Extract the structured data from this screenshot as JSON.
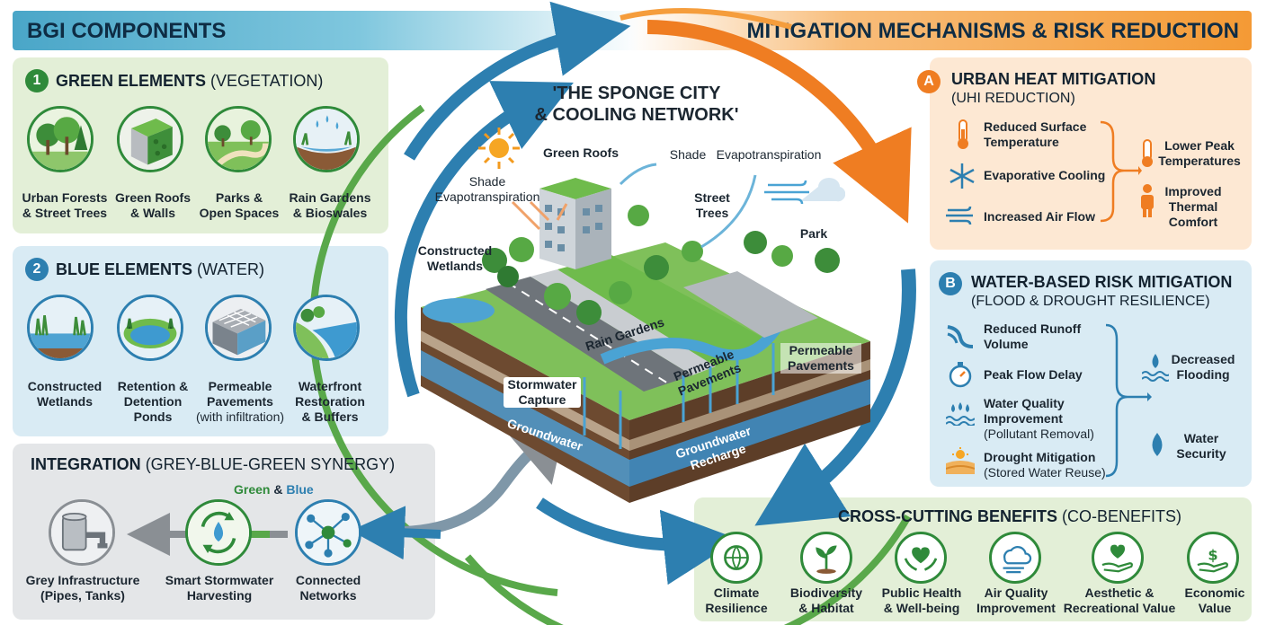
{
  "headers": {
    "left": "BGI COMPONENTS",
    "right": "MITIGATION MECHANISMS & RISK REDUCTION"
  },
  "green": {
    "badge": "1",
    "title": "GREEN ELEMENTS",
    "subtitle": "(VEGETATION)",
    "items": [
      {
        "line1": "Urban Forests",
        "line2": "& Street Trees"
      },
      {
        "line1": "Green Roofs",
        "line2": "& Walls"
      },
      {
        "line1": "Parks &",
        "line2": "Open Spaces"
      },
      {
        "line1": "Rain Gardens",
        "line2": "& Bioswales"
      }
    ]
  },
  "blue": {
    "badge": "2",
    "title": "BLUE ELEMENTS",
    "subtitle": "(WATER)",
    "items": [
      {
        "line1": "Constructed",
        "line2": "Wetlands",
        "line3": ""
      },
      {
        "line1": "Retention &",
        "line2": "Detention",
        "line3": "Ponds"
      },
      {
        "line1": "Permeable",
        "line2": "Pavements",
        "line3": "(with infiltration)"
      },
      {
        "line1": "Waterfront",
        "line2": "Restoration",
        "line3": "& Buffers"
      }
    ]
  },
  "integration": {
    "title": "INTEGRATION",
    "subtitle": "(GREY-BLUE-GREEN SYNERGY)",
    "green_word": "Green",
    "amp": "&",
    "blue_word": "Blue",
    "items": [
      {
        "line1": "Grey Infrastructure",
        "line2": "(Pipes, Tanks)"
      },
      {
        "line1": "Smart Stormwater",
        "line2": "Harvesting"
      },
      {
        "line1": "Connected",
        "line2": "Networks"
      }
    ]
  },
  "center": {
    "title1": "'THE SPONGE CITY",
    "title2": "& COOLING NETWORK'",
    "labels": {
      "shade_left": "Shade",
      "evapo_left": "Evapotranspiration",
      "green_roofs": "Green Roofs",
      "shade_right": "Shade",
      "evapo_right": "Evapotranspiration",
      "street": "Street",
      "trees": "Trees",
      "constructed": "Constructed",
      "wetlands": "Wetlands",
      "park": "Park",
      "rain_gardens": "Rain Gardens",
      "permeable_mid1": "Permeable",
      "permeable_mid2": "Pavements",
      "permeable_right1": "Permeable",
      "permeable_right2": "Pavements",
      "stormwater1": "Stormwater",
      "stormwater2": "Capture",
      "groundwater": "Groundwater",
      "gw_recharge1": "Groundwater",
      "gw_recharge2": "Recharge"
    }
  },
  "heat": {
    "badge": "A",
    "title": "URBAN HEAT MITIGATION",
    "subtitle": "(UHI REDUCTION)",
    "mechanisms": [
      {
        "line1": "Reduced Surface",
        "line2": "Temperature"
      },
      {
        "line1": "Evaporative Cooling",
        "line2": ""
      },
      {
        "line1": "Increased Air Flow",
        "line2": ""
      }
    ],
    "outcomes": [
      {
        "line1": "Lower Peak",
        "line2": "Temperatures",
        "line3": ""
      },
      {
        "line1": "Improved",
        "line2": "Thermal",
        "line3": "Comfort"
      }
    ]
  },
  "water": {
    "badge": "B",
    "title": "WATER-BASED RISK MITIGATION",
    "subtitle": "(FLOOD & DROUGHT RESILIENCE)",
    "mechanisms": [
      {
        "line1": "Reduced Runoff",
        "line2": "Volume",
        "line3": ""
      },
      {
        "line1": "Peak Flow Delay",
        "line2": "",
        "line3": ""
      },
      {
        "line1": "Water Quality",
        "line2": "Improvement",
        "line3": "(Pollutant Removal)"
      },
      {
        "line1": "Drought Mitigation",
        "line2": "(Stored Water Reuse)",
        "line3": ""
      }
    ],
    "outcomes": [
      {
        "line1": "Decreased",
        "line2": "Flooding"
      },
      {
        "line1": "Water",
        "line2": "Security"
      }
    ]
  },
  "cross": {
    "title": "CROSS-CUTTING BENEFITS",
    "subtitle": "(CO-BENEFITS)",
    "items": [
      {
        "line1": "Climate",
        "line2": "Resilience"
      },
      {
        "line1": "Biodiversity",
        "line2": "& Habitat"
      },
      {
        "line1": "Public Health",
        "line2": "& Well-being"
      },
      {
        "line1": "Air Quality",
        "line2": "Improvement"
      },
      {
        "line1": "Aesthetic &",
        "line2": "Recreational Value"
      },
      {
        "line1": "Economic",
        "line2": "Value"
      }
    ]
  },
  "colors": {
    "green": "#2f8a3a",
    "blue": "#2d7fb0",
    "orange": "#ef7d22",
    "grey": "#8a8f94"
  }
}
